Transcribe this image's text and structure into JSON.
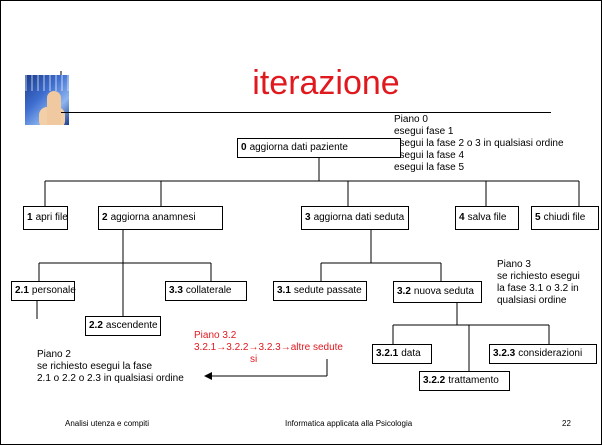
{
  "title": "iterazione",
  "nodes": {
    "n0": {
      "num": "0",
      "label": "aggiorna dati paziente"
    },
    "n1": {
      "num": "1",
      "label": "apri file"
    },
    "n2": {
      "num": "2",
      "label": "aggiorna anamnesi"
    },
    "n3": {
      "num": "3",
      "label": "aggiorna dati seduta"
    },
    "n4": {
      "num": "4",
      "label": "salva file"
    },
    "n5": {
      "num": "5",
      "label": "chiudi file"
    },
    "n21": {
      "num": "2.1",
      "label": "personale"
    },
    "n22": {
      "num": "2.2",
      "label": "ascendente"
    },
    "n33": {
      "num": "3.3",
      "label": "collaterale"
    },
    "n31": {
      "num": "3.1",
      "label": "sedute passate"
    },
    "n32": {
      "num": "3.2",
      "label": "nuova seduta"
    },
    "n321": {
      "num": "3.2.1",
      "label": "data"
    },
    "n322": {
      "num": "3.2.2",
      "label": "trattamento"
    },
    "n323": {
      "num": "3.2.3",
      "label": "considerazioni"
    }
  },
  "plans": {
    "p0": [
      "Piano 0",
      "esegui fase 1",
      "esegui la fase 2 o 3 in qualsiasi ordine",
      "esegui la fase 4",
      "esegui la fase 5"
    ],
    "p2": [
      "Piano 2",
      "se richiesto esegui la fase",
      "2.1 o 2.2 o 2.3 in qualsiasi ordine"
    ],
    "p3": [
      "Piano 3",
      "se richiesto esegui",
      "la fase 3.1 o 3.2 in",
      "qualsiasi ordine"
    ],
    "p32": [
      "Piano 3.2",
      "3.2.1→3.2.2→3.2.3→altre sedute",
      "si"
    ]
  },
  "colors": {
    "title": "#e0191f",
    "plan_highlight": "#e0191f"
  },
  "footer": {
    "left": "Analisi utenza e compiti",
    "center": "Informatica applicata alla Psicologia",
    "page": "22"
  }
}
